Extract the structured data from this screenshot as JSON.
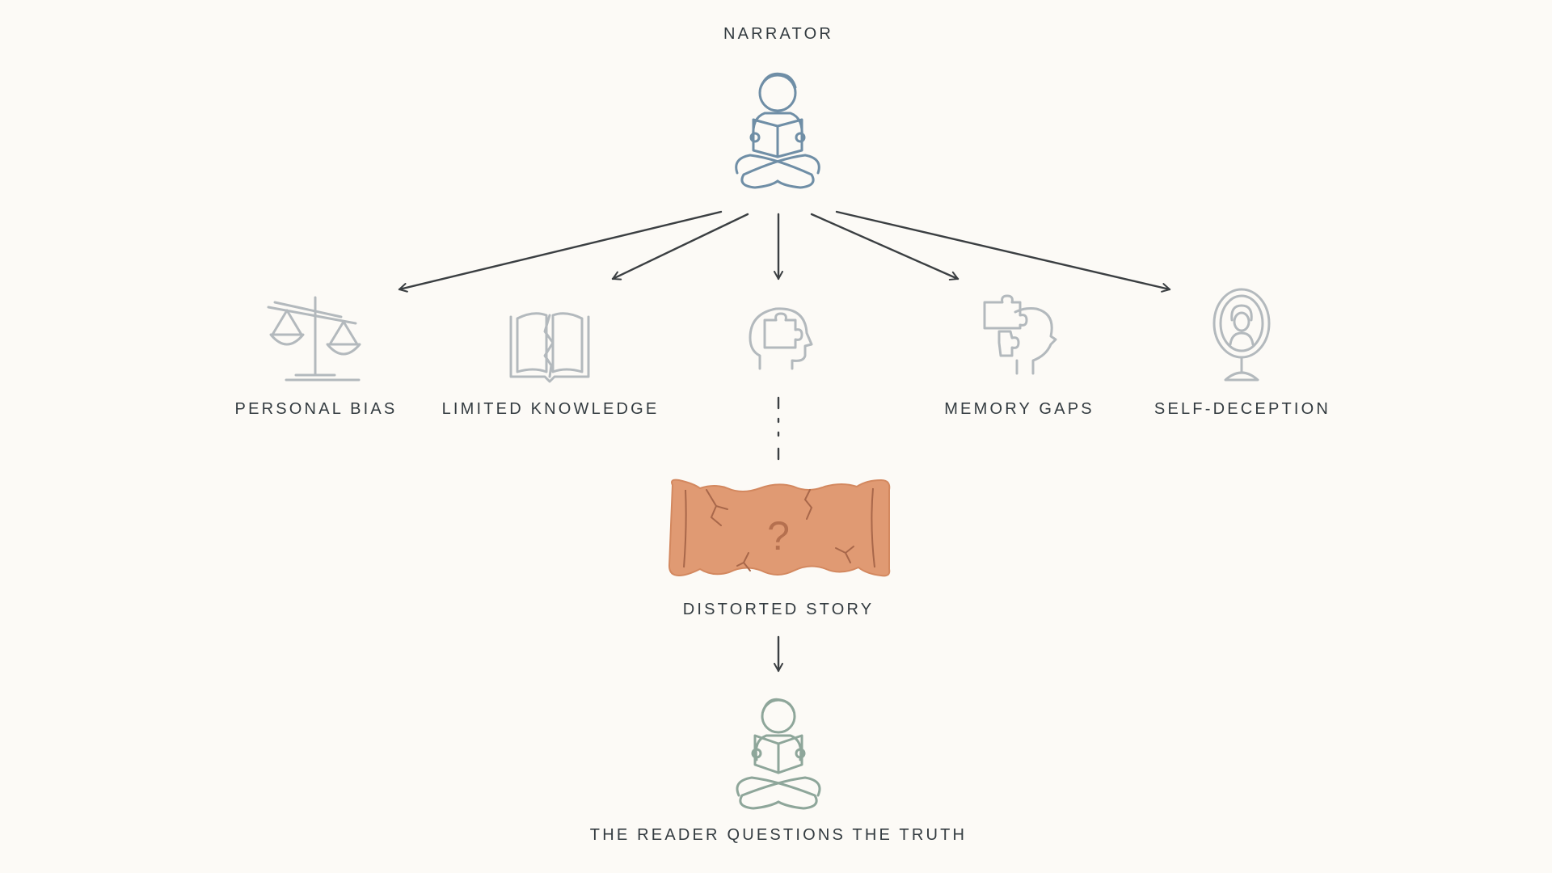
{
  "nodes": {
    "narrator": "NARRATOR",
    "personal_bias": "PERSONAL BIAS",
    "limited_knowledge": "LIMITED KNOWLEDGE",
    "memory_gaps": "MEMORY GAPS",
    "self_deception": "SELF-DECEPTION",
    "distorted_story": "DISTORTED STORY",
    "reader": "THE READER QUESTIONS THE TRUTH"
  },
  "scroll_mark": "?",
  "icons": {
    "narrator": "reading-person-icon",
    "personal_bias": "scales-icon",
    "limited_knowledge": "torn-book-icon",
    "center": "puzzle-head-icon",
    "memory_gaps": "puzzle-head-gap-icon",
    "self_deception": "mirror-icon",
    "distorted_story": "torn-scroll-icon",
    "reader": "reading-person-icon"
  },
  "colors": {
    "background": "#fcfaf6",
    "text": "#333b40",
    "arrow": "#3b3f42",
    "narrator_icon": "#6f8ea6",
    "factor_icon": "#b3b9bd",
    "scroll_fill": "#e09a73",
    "reader_icon": "#8ea69a"
  }
}
